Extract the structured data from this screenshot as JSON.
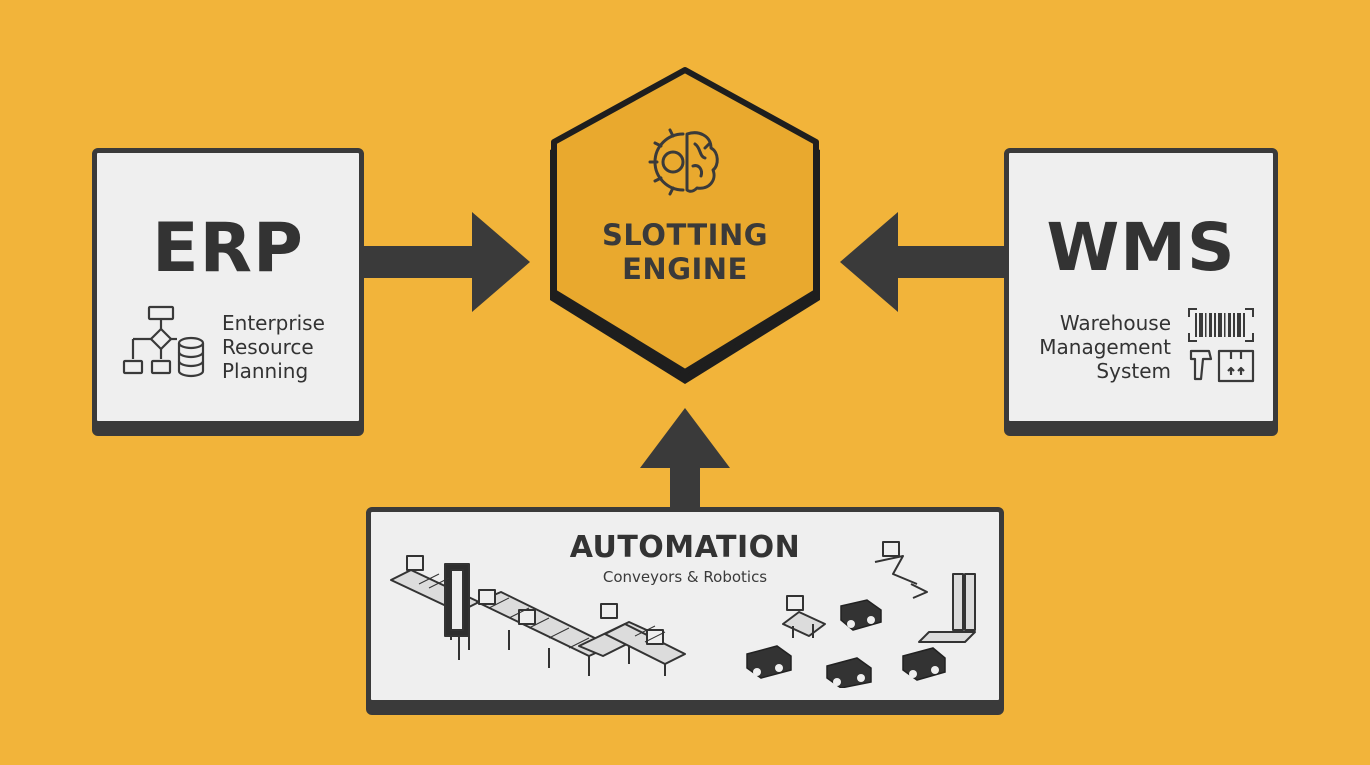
{
  "engine": {
    "line1": "SLOTTING",
    "line2": "ENGINE",
    "icon": "gear-brain-icon"
  },
  "erp": {
    "title": "ERP",
    "lines": [
      "Enterprise",
      "Resource",
      "Planning"
    ],
    "icon": "flowchart-database-icon"
  },
  "wms": {
    "title": "WMS",
    "lines": [
      "Warehouse",
      "Management",
      "System"
    ],
    "icon": "barcode-scanner-icon"
  },
  "automation": {
    "title": "AUTOMATION",
    "subtitle": "Conveyors & Robotics",
    "icons": [
      "conveyor-icon",
      "robot-vehicles-icon"
    ]
  },
  "colors": {
    "background": "#F2B43A",
    "hexagon": "#E9A92E",
    "dark": "#3A3A3A",
    "panel": "#EFEFEF"
  }
}
